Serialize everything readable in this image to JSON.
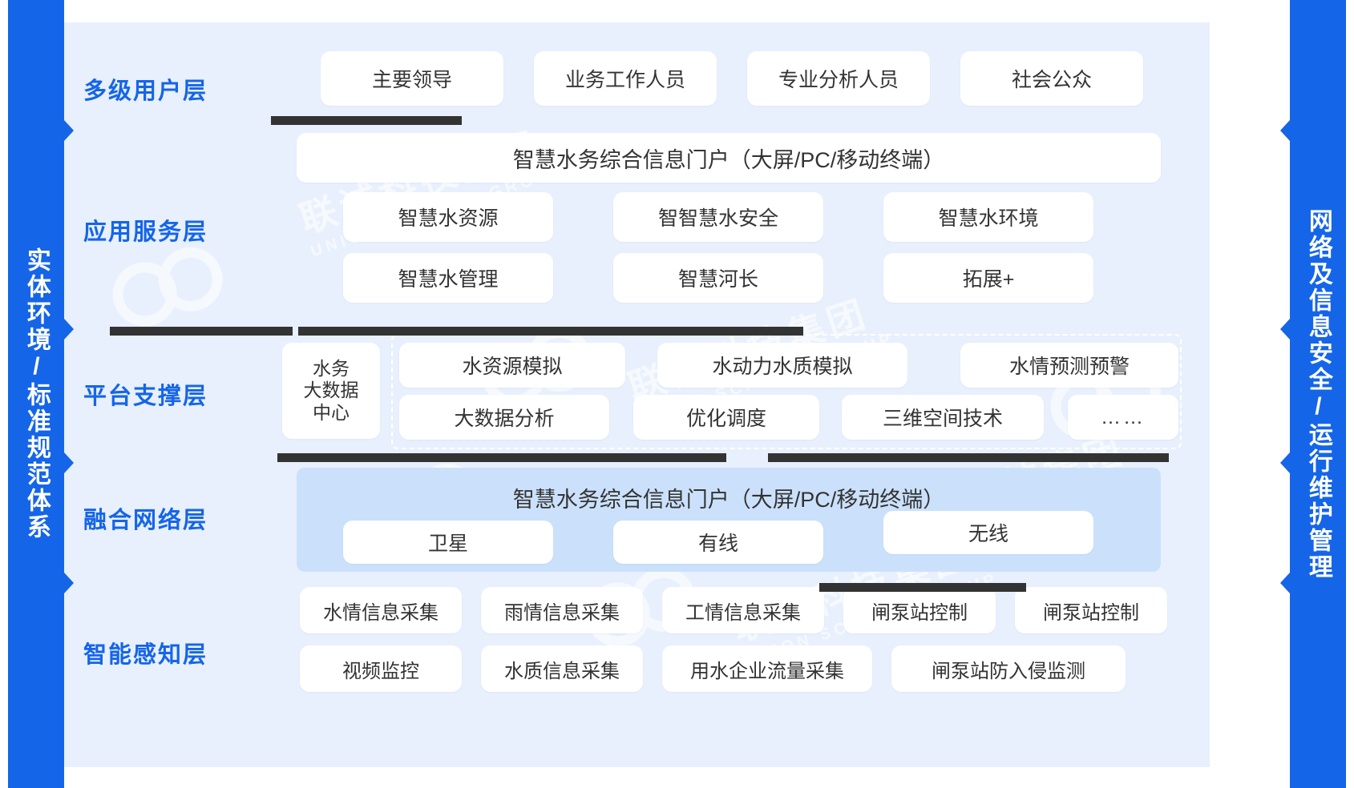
{
  "rails": {
    "left_label": "实体环境/标准规范体系",
    "right_label": "网络及信息安全/运行维护管理",
    "accent": "#1565e8"
  },
  "watermark": {
    "cn": "联诚科技集团",
    "en": "UNION SCIENCE GROUP"
  },
  "layers": [
    {
      "id": "user",
      "label": "多级用户层",
      "items": [
        "主要领导",
        "业务工作人员",
        "专业分析人员",
        "社会公众"
      ]
    },
    {
      "id": "application",
      "label": "应用服务层",
      "portal": "智慧水务综合信息门户（大屏/PC/移动终端）",
      "row1": [
        "智慧水资源",
        "智智慧水安全",
        "智慧水环境"
      ],
      "row2": [
        "智慧水管理",
        "智慧河长",
        "拓展+"
      ]
    },
    {
      "id": "platform",
      "label": "平台支撑层",
      "datacenter": [
        "水务",
        "大数据",
        "中心"
      ],
      "row1": [
        "水资源模拟",
        "水动力水质模拟",
        "水情预测预警"
      ],
      "row2": [
        "大数据分析",
        "优化调度",
        "三维空间技术",
        "……"
      ]
    },
    {
      "id": "network",
      "label": "融合网络层",
      "portal": "智慧水务综合信息门户（大屏/PC/移动终端）",
      "items": [
        "卫星",
        "有线",
        "无线"
      ]
    },
    {
      "id": "sensing",
      "label": "智能感知层",
      "row1": [
        "水情信息采集",
        "雨情信息采集",
        "工情信息采集",
        "闸泵站控制",
        "闸泵站控制"
      ],
      "row2": [
        "视频监控",
        "水质信息采集",
        "用水企业流量采集",
        "闸泵站防入侵监测"
      ]
    }
  ],
  "colors": {
    "board_bg": "#e8f0fd",
    "chip_bg": "#ffffff",
    "net_panel": "#cbe1fb",
    "connector": "#333333",
    "label": "#1565e8",
    "text": "#333333"
  }
}
